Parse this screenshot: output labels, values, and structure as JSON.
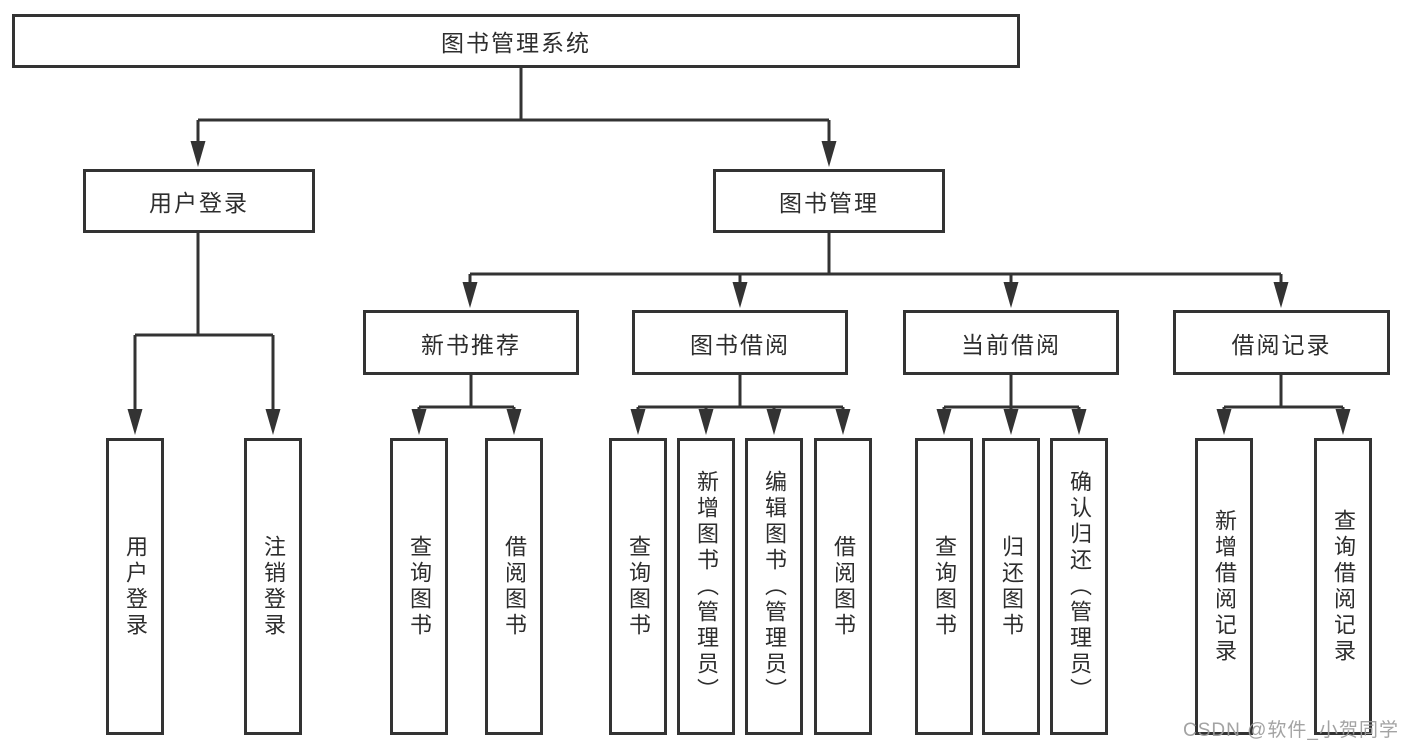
{
  "diagram_type": "functional-structure-tree",
  "tree": {
    "label": "图书管理系统",
    "children": [
      {
        "label": "用户登录",
        "children": [
          {
            "label": "用户登录"
          },
          {
            "label": "注销登录"
          }
        ]
      },
      {
        "label": "图书管理",
        "children": [
          {
            "label": "新书推荐",
            "children": [
              {
                "label": "查询图书"
              },
              {
                "label": "借阅图书"
              }
            ]
          },
          {
            "label": "图书借阅",
            "children": [
              {
                "label": "查询图书"
              },
              {
                "label": "新增图书（管理员）"
              },
              {
                "label": "编辑图书（管理员）"
              },
              {
                "label": "借阅图书"
              }
            ]
          },
          {
            "label": "当前借阅",
            "children": [
              {
                "label": "查询图书"
              },
              {
                "label": "归还图书"
              },
              {
                "label": "确认归还（管理员）"
              }
            ]
          },
          {
            "label": "借阅记录",
            "children": [
              {
                "label": "新增借阅记录"
              },
              {
                "label": "查询借阅记录"
              }
            ]
          }
        ]
      }
    ]
  },
  "watermark": {
    "text": "CSDN @软件_小贺同学"
  },
  "colors": {
    "background": "#ffffff",
    "box_border": "#333333",
    "connector_line": "#333333",
    "text": "#2d2d2d",
    "watermark": "#9b9b9b"
  }
}
